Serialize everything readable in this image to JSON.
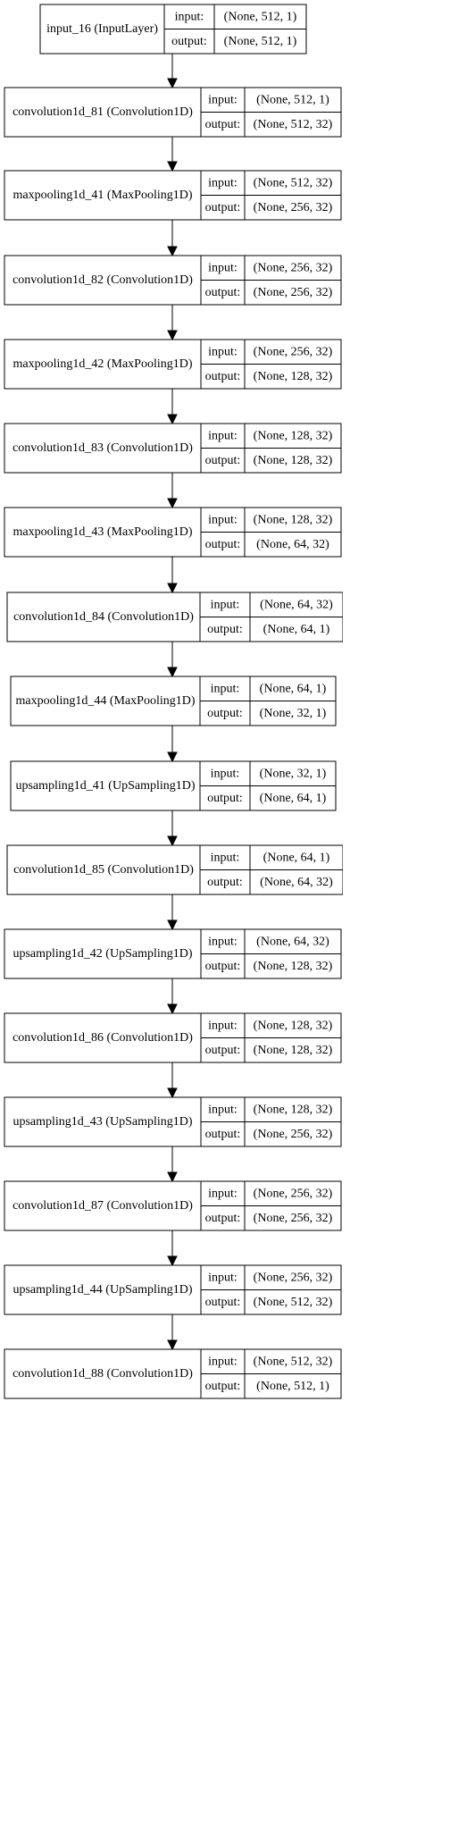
{
  "layers": [
    {
      "name": "input_16 (InputLayer)",
      "input_label": "input:",
      "input": "(None, 512, 1)",
      "output_label": "output:",
      "output": "(None, 512, 1)"
    },
    {
      "name": "convolution1d_81 (Convolution1D)",
      "input_label": "input:",
      "input": "(None, 512, 1)",
      "output_label": "output:",
      "output": "(None, 512, 32)"
    },
    {
      "name": "maxpooling1d_41 (MaxPooling1D)",
      "input_label": "input:",
      "input": "(None, 512, 32)",
      "output_label": "output:",
      "output": "(None, 256, 32)"
    },
    {
      "name": "convolution1d_82 (Convolution1D)",
      "input_label": "input:",
      "input": "(None, 256, 32)",
      "output_label": "output:",
      "output": "(None, 256, 32)"
    },
    {
      "name": "maxpooling1d_42 (MaxPooling1D)",
      "input_label": "input:",
      "input": "(None, 256, 32)",
      "output_label": "output:",
      "output": "(None, 128, 32)"
    },
    {
      "name": "convolution1d_83 (Convolution1D)",
      "input_label": "input:",
      "input": "(None, 128, 32)",
      "output_label": "output:",
      "output": "(None, 128, 32)"
    },
    {
      "name": "maxpooling1d_43 (MaxPooling1D)",
      "input_label": "input:",
      "input": "(None, 128, 32)",
      "output_label": "output:",
      "output": "(None, 64, 32)"
    },
    {
      "name": "convolution1d_84 (Convolution1D)",
      "input_label": "input:",
      "input": "(None, 64, 32)",
      "output_label": "output:",
      "output": "(None, 64, 1)"
    },
    {
      "name": "maxpooling1d_44 (MaxPooling1D)",
      "input_label": "input:",
      "input": "(None, 64, 1)",
      "output_label": "output:",
      "output": "(None, 32, 1)"
    },
    {
      "name": "upsampling1d_41 (UpSampling1D)",
      "input_label": "input:",
      "input": "(None, 32, 1)",
      "output_label": "output:",
      "output": "(None, 64, 1)"
    },
    {
      "name": "convolution1d_85 (Convolution1D)",
      "input_label": "input:",
      "input": "(None, 64, 1)",
      "output_label": "output:",
      "output": "(None, 64, 32)"
    },
    {
      "name": "upsampling1d_42 (UpSampling1D)",
      "input_label": "input:",
      "input": "(None, 64, 32)",
      "output_label": "output:",
      "output": "(None, 128, 32)"
    },
    {
      "name": "convolution1d_86 (Convolution1D)",
      "input_label": "input:",
      "input": "(None, 128, 32)",
      "output_label": "output:",
      "output": "(None, 128, 32)"
    },
    {
      "name": "upsampling1d_43 (UpSampling1D)",
      "input_label": "input:",
      "input": "(None, 128, 32)",
      "output_label": "output:",
      "output": "(None, 256, 32)"
    },
    {
      "name": "convolution1d_87 (Convolution1D)",
      "input_label": "input:",
      "input": "(None, 256, 32)",
      "output_label": "output:",
      "output": "(None, 256, 32)"
    },
    {
      "name": "upsampling1d_44 (UpSampling1D)",
      "input_label": "input:",
      "input": "(None, 256, 32)",
      "output_label": "output:",
      "output": "(None, 512, 32)"
    },
    {
      "name": "convolution1d_88 (Convolution1D)",
      "input_label": "input:",
      "input": "(None, 512, 32)",
      "output_label": "output:",
      "output": "(None, 512, 1)"
    }
  ]
}
